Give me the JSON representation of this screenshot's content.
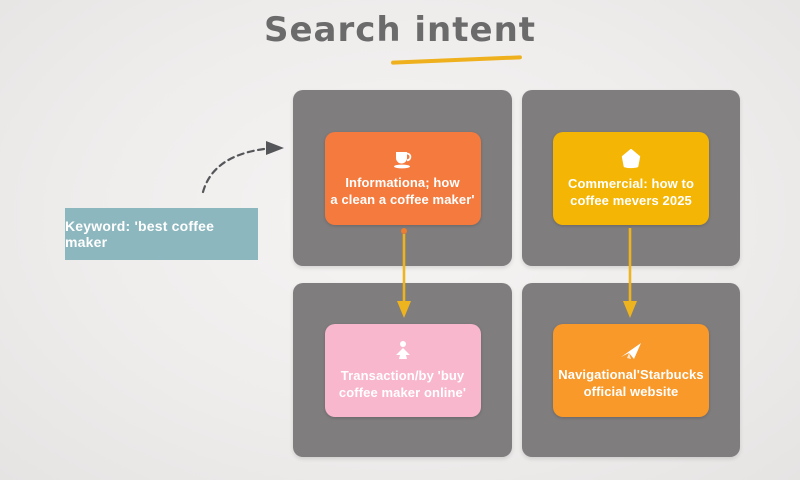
{
  "title": {
    "text": "Search intent"
  },
  "keyword_box": {
    "label": "Keyword: 'best coffee maker"
  },
  "grid": {
    "quadrants": [
      {
        "name": "informational",
        "icon": "coffee-cup-icon",
        "line1": "Informationa; how",
        "line2": "a clean a coffee maker'",
        "bg": "#f57a3e"
      },
      {
        "name": "commercial",
        "icon": "shopping-bag-icon",
        "line1": "Commercial: how to",
        "line2": "coffee mevers 2025",
        "bg": "#f4b504"
      },
      {
        "name": "transactional",
        "icon": "person-icon",
        "line1": "Transaction/by 'buy",
        "line2": "coffee maker online'",
        "bg": "#f8b7cc"
      },
      {
        "name": "navigational",
        "icon": "paper-plane-icon",
        "line1": "Navigational'Starbucks",
        "line2": "official website",
        "bg": "#f8992a"
      }
    ]
  },
  "colors": {
    "panel_gray": "#7f7d7e",
    "keyword_teal": "#8db7be",
    "arrow_yellow": "#eeb41f",
    "arrow_dot_orange": "#ed7d31",
    "dashed_arrow_gray": "#55565a",
    "title_gray": "#6b6b6b",
    "underline_yellow": "#efb01d",
    "card_text": "#ffffff"
  }
}
